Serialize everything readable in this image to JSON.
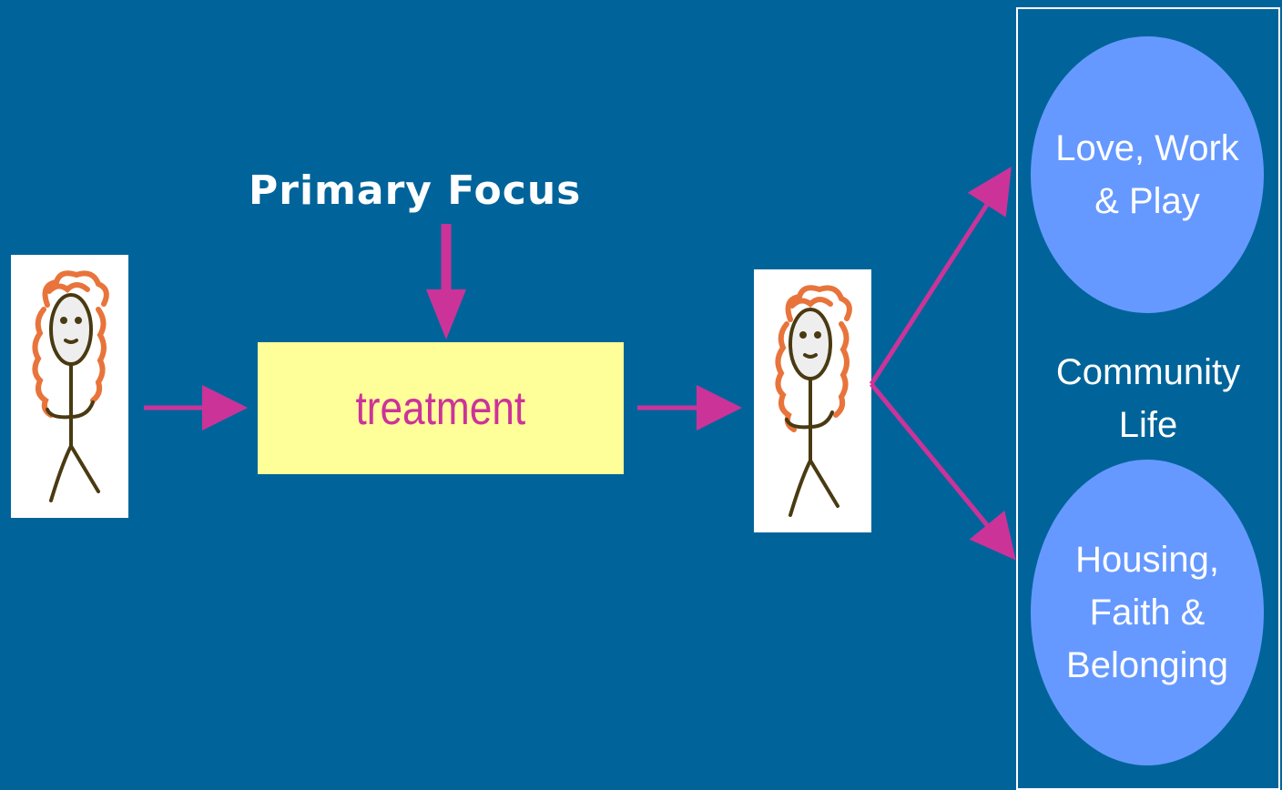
{
  "title": "Primary Focus",
  "treatment": {
    "label": "treatment"
  },
  "community": {
    "label": "Community\nLife",
    "top_ellipse": "Love, Work\n& Play",
    "bottom_ellipse": "Housing,\nFaith &\nBelonging"
  },
  "colors": {
    "background": "#00649a",
    "arrow": "#cc3399",
    "treatment_box": "#ffff99",
    "treatment_text": "#cc3399",
    "ellipse": "#6699ff",
    "hair": "#e8743b",
    "body": "#4a3a12"
  },
  "icons": [
    "stick-figure-before",
    "stick-figure-after"
  ]
}
